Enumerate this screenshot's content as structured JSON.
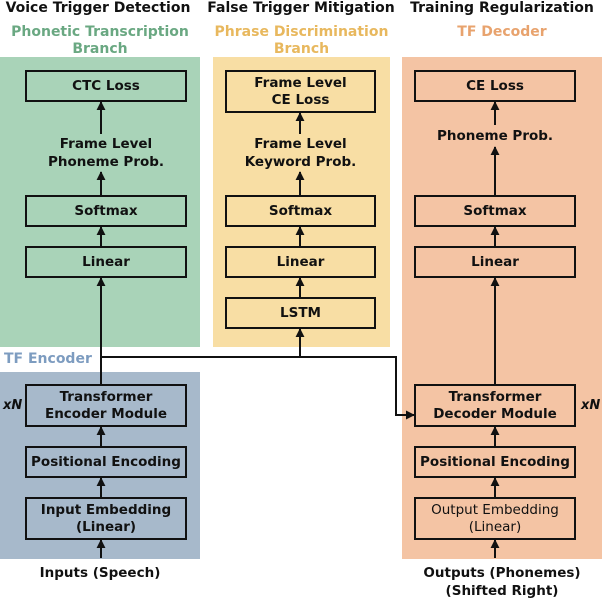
{
  "columns": {
    "left": {
      "heading": "Voice Trigger Detection",
      "branch": [
        "Phonetic Transcription",
        "Branch"
      ],
      "color": "#a9d3b8",
      "text_color": "#6aa882",
      "boxes": {
        "ctc_loss": "CTC Loss",
        "softmax": "Softmax",
        "linear": "Linear"
      },
      "prob": [
        "Frame Level",
        "Phoneme Prob."
      ]
    },
    "middle": {
      "heading": "False Trigger Mitigation",
      "branch": [
        "Phrase Discrimination",
        "Branch"
      ],
      "color": "#f8dea4",
      "text_color": "#e8b85e",
      "boxes": {
        "ce_loss": [
          "Frame Level",
          "CE Loss"
        ],
        "softmax": "Softmax",
        "linear": "Linear",
        "lstm": "LSTM"
      },
      "prob": [
        "Frame Level",
        "Keyword Prob."
      ]
    },
    "right": {
      "heading": "Training Regularization",
      "branch": "TF Decoder",
      "color": "#f4c4a4",
      "text_color": "#e8a36e",
      "boxes": {
        "ce_loss": "CE Loss",
        "softmax": "Softmax",
        "linear": "Linear",
        "decoder": [
          "Transformer",
          "Decoder Module"
        ],
        "pos_enc": "Positional Encoding",
        "out_emb": [
          "Output Embedding",
          "(Linear)"
        ]
      },
      "prob": "Phoneme Prob.",
      "repeat": "xN",
      "output_label": [
        "Outputs (Phonemes)",
        "(Shifted Right)"
      ]
    }
  },
  "encoder": {
    "label": "TF Encoder",
    "color": "#a7b9cb",
    "text_color": "#7d9cc0",
    "boxes": {
      "encoder": [
        "Transformer",
        "Encoder Module"
      ],
      "pos_enc": "Positional Encoding",
      "in_emb": [
        "Input Embedding",
        "(Linear)"
      ]
    },
    "repeat": "xN",
    "input_label": "Inputs (Speech)"
  },
  "colors": {
    "left_box": "#a9d3b8",
    "mid_box": "#f8dea4",
    "right_box": "#f4c4a4",
    "enc_box": "#a7b9cb"
  }
}
